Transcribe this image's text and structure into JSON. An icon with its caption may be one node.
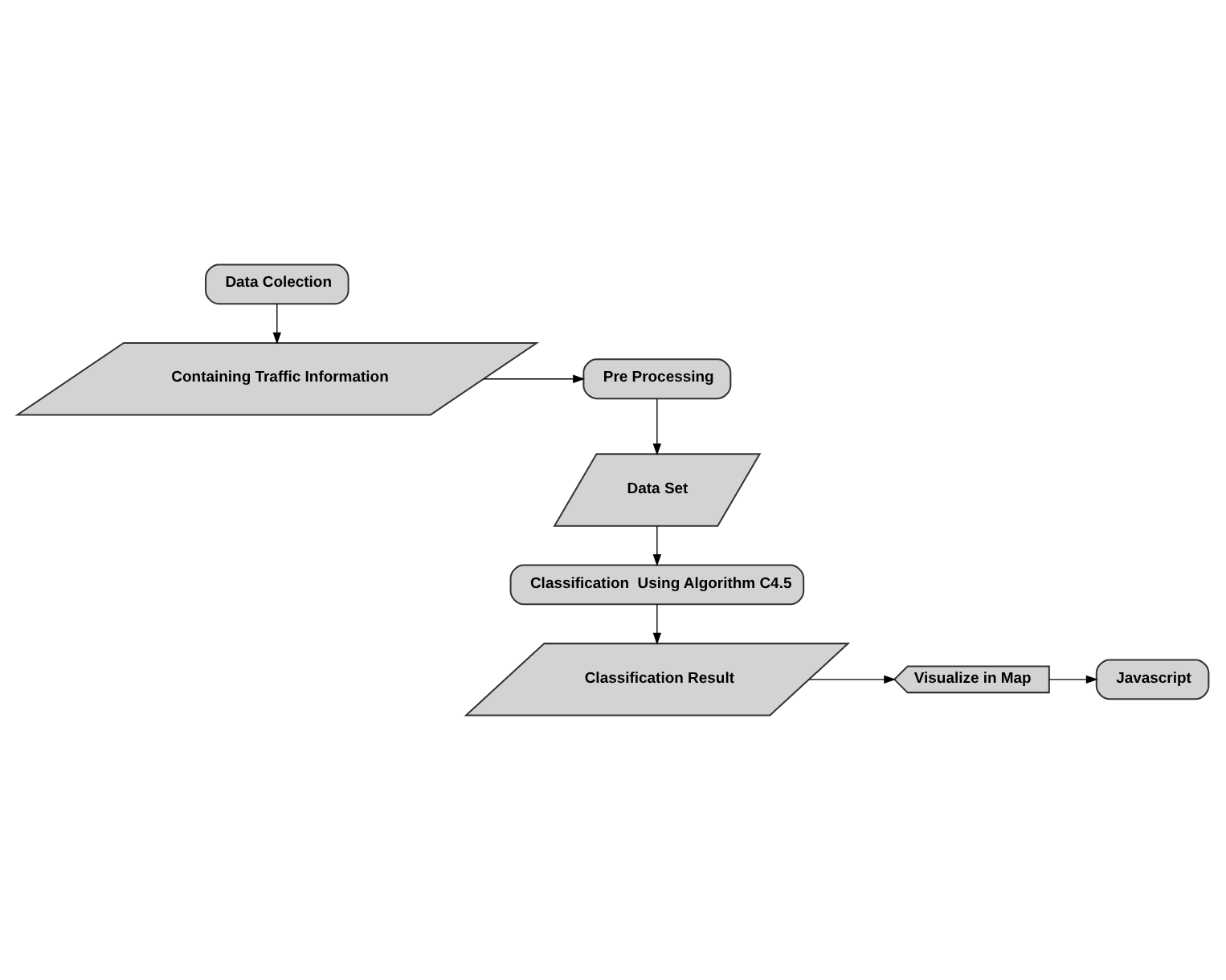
{
  "diagram": {
    "nodes": [
      {
        "text": [
          "Data Colection"
        ]
      },
      {
        "text": [
          "Containing Traffic Information"
        ]
      },
      {
        "text": [
          "Pre Processing"
        ]
      },
      {
        "text": [
          "Data Set"
        ]
      },
      {
        "text": [
          "Classification  Using Algorithm C4.5"
        ]
      },
      {
        "text": [
          "Classification Result"
        ]
      },
      {
        "text": [
          "Visualize in Map"
        ]
      },
      {
        "text": [
          "Javascript"
        ]
      }
    ],
    "edges": [
      {
        "from": 0,
        "to": 1,
        "arrow": "to"
      },
      {
        "from": 1,
        "to": 2,
        "arrow": "to"
      },
      {
        "from": 2,
        "to": 3,
        "arrow": "to"
      },
      {
        "from": 3,
        "to": 4,
        "arrow": "to"
      },
      {
        "from": 4,
        "to": 5,
        "arrow": "to"
      },
      {
        "from": 5,
        "to": 6,
        "arrow": "to"
      },
      {
        "from": 6,
        "to": 7,
        "arrow": "to"
      }
    ]
  }
}
